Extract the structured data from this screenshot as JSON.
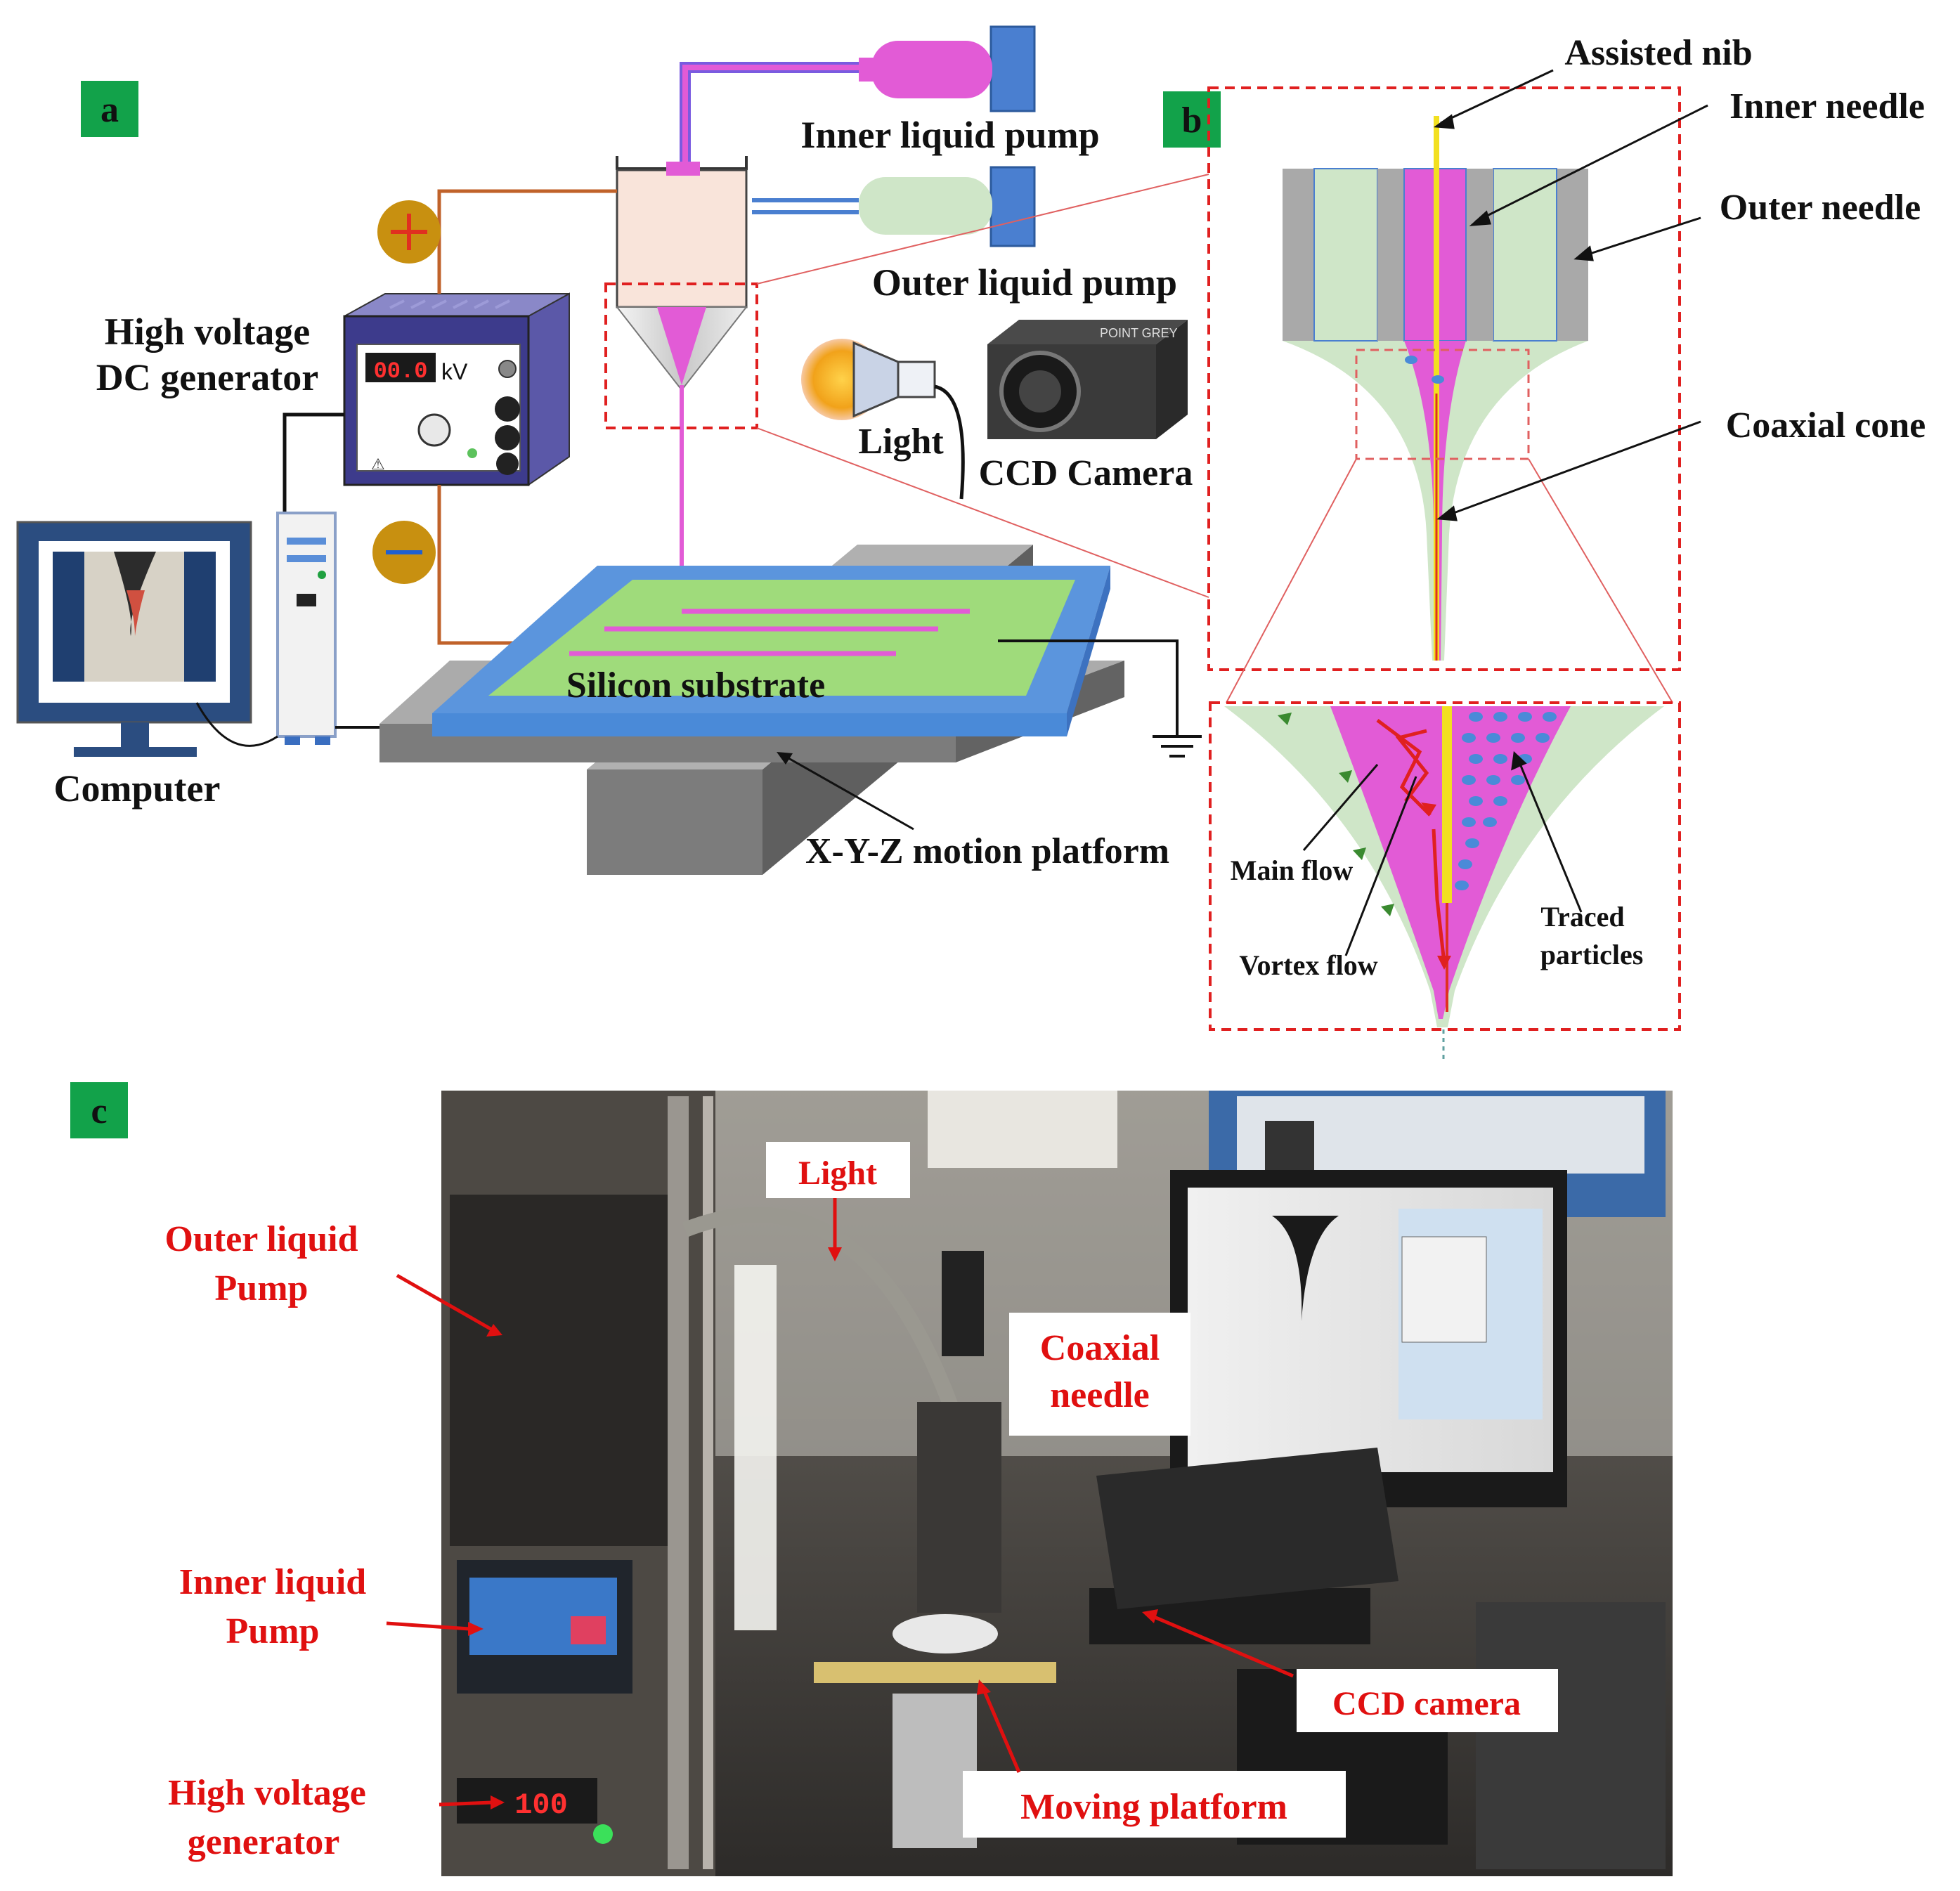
{
  "panels": {
    "a": "a",
    "b": "b",
    "c": "c"
  },
  "panel_a": {
    "inner_pump": "Inner liquid pump",
    "outer_pump": "Outer liquid pump",
    "hv_line1": "High voltage",
    "hv_line2": "DC generator",
    "display_value": "00.0",
    "display_unit": "kV",
    "light": "Light",
    "ccd": "CCD Camera",
    "computer": "Computer",
    "substrate": "Silicon substrate",
    "platform": "X-Y-Z motion platform",
    "camera_brand": "POINT GREY"
  },
  "panel_b": {
    "assisted_nib": "Assisted nib",
    "inner_needle": "Inner needle",
    "outer_needle": "Outer needle",
    "coaxial_cone": "Coaxial cone",
    "main_flow": "Main flow",
    "vortex_flow": "Vortex flow",
    "traced_1": "Traced",
    "traced_2": "particles"
  },
  "panel_c": {
    "light": "Light",
    "outer_1": "Outer liquid",
    "outer_2": "Pump",
    "coax_1": "Coaxial",
    "coax_2": "needle",
    "inner_1": "Inner liquid",
    "inner_2": "Pump",
    "ccd": "CCD camera",
    "moving": "Moving platform",
    "hv_1": "High voltage",
    "hv_2": "generator",
    "hv_display": "100"
  }
}
